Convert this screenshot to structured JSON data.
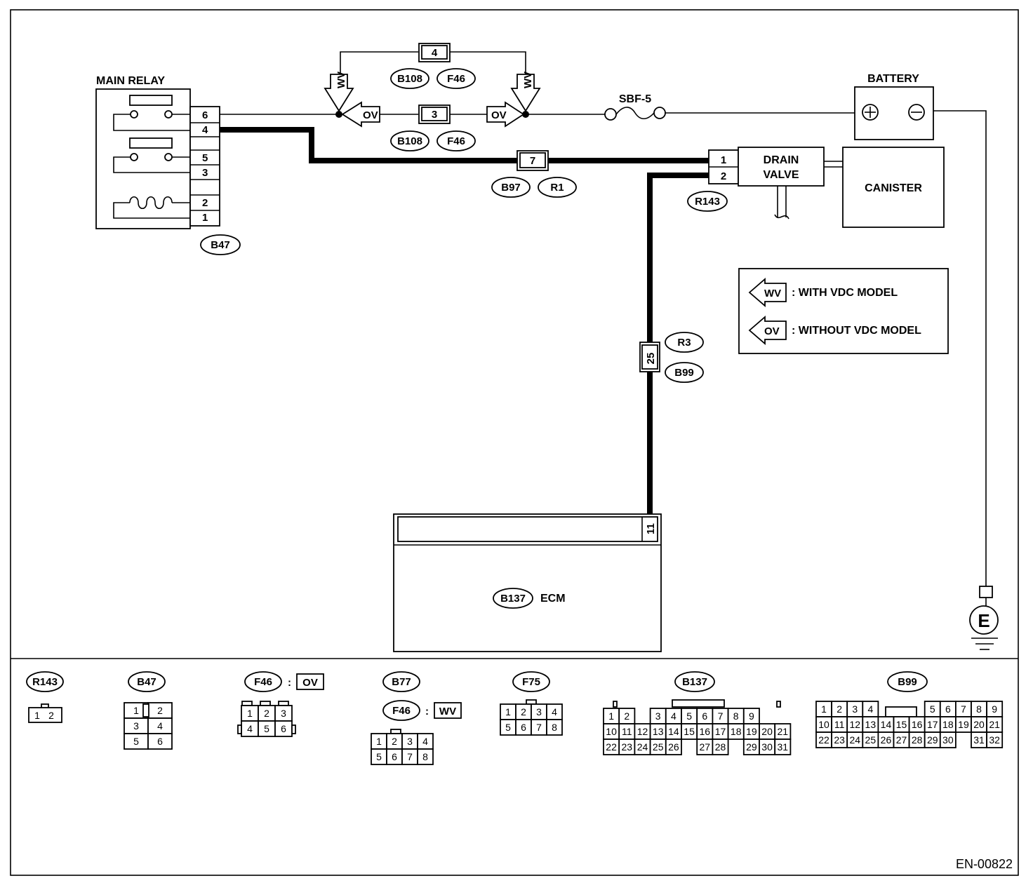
{
  "diagram": {
    "main_relay": {
      "title": "MAIN RELAY",
      "pins": [
        "6",
        "4",
        "5",
        "3",
        "2",
        "1"
      ],
      "connector": "B47"
    },
    "battery": {
      "title": "BATTERY",
      "plus": "⊕",
      "minus": "⊖"
    },
    "fuse": "SBF-5",
    "wv_tag": "WV",
    "ov_tag": "OV",
    "joint_connectors": {
      "top_pin": "4",
      "mid_pin": "3",
      "top_conn_a": "B108",
      "top_conn_b": "F46",
      "mid_conn_a": "B108",
      "mid_conn_b": "F46"
    },
    "b97_r1": {
      "pin": "7",
      "conn_a": "B97",
      "conn_b": "R1"
    },
    "drain_valve": {
      "title_line1": "DRAIN",
      "title_line2": "VALVE",
      "pins": [
        "1",
        "2"
      ],
      "connector": "R143"
    },
    "canister": "CANISTER",
    "r3_b99": {
      "pin": "25",
      "conn_a": "R3",
      "conn_b": "B99"
    },
    "ecm": {
      "pin": "11",
      "connector": "B137",
      "title": "ECM"
    },
    "ground": "E",
    "legend": {
      "wv_tag": "WV",
      "wv_text": ": WITH VDC MODEL",
      "ov_tag": "OV",
      "ov_text": ": WITHOUT VDC MODEL"
    }
  },
  "connectors": {
    "r143": {
      "name": "R143",
      "pins": [
        "1",
        "2"
      ]
    },
    "b47": {
      "name": "B47",
      "pins": [
        "1",
        "2",
        "3",
        "4",
        "5",
        "6"
      ]
    },
    "f46_ov": {
      "name": "F46",
      "sep": ":",
      "tag": "OV",
      "pins": [
        "1",
        "2",
        "3",
        "4",
        "5",
        "6"
      ]
    },
    "b77": {
      "name": "B77",
      "pins": [
        "1",
        "2",
        "3",
        "4",
        "5",
        "6",
        "7",
        "8"
      ]
    },
    "f46_wv": {
      "name": "F46",
      "sep": ":",
      "tag": "WV"
    },
    "f75": {
      "name": "F75",
      "pins": [
        "1",
        "2",
        "3",
        "4",
        "5",
        "6",
        "7",
        "8"
      ]
    },
    "b137": {
      "name": "B137",
      "row1": [
        "1",
        "2",
        "3",
        "4",
        "5",
        "6",
        "7",
        "8",
        "9"
      ],
      "row2": [
        "10",
        "11",
        "12",
        "13",
        "14",
        "15",
        "16",
        "17",
        "18",
        "19",
        "20",
        "21"
      ],
      "row3": [
        "22",
        "23",
        "24",
        "25",
        "26",
        "27",
        "28",
        "29",
        "30",
        "31"
      ]
    },
    "b99": {
      "name": "B99",
      "row1": [
        "1",
        "2",
        "3",
        "4",
        "5",
        "6",
        "7",
        "8",
        "9"
      ],
      "row2": [
        "10",
        "11",
        "12",
        "13",
        "14",
        "15",
        "16",
        "17",
        "18",
        "19",
        "20",
        "21"
      ],
      "row3": [
        "22",
        "23",
        "24",
        "25",
        "26",
        "27",
        "28",
        "29",
        "30",
        "31",
        "32"
      ]
    }
  },
  "figure_code": "EN-00822"
}
